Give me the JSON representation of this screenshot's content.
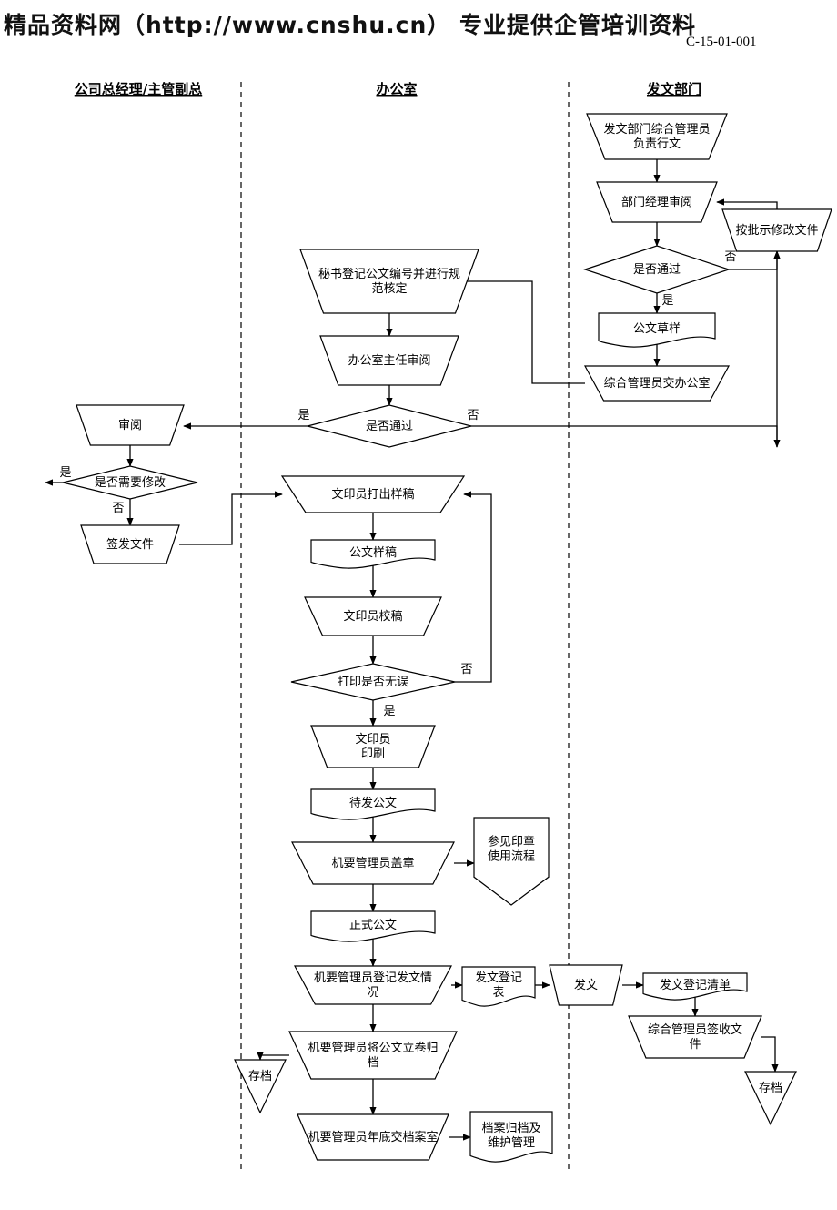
{
  "banner": "精品资料网（http://www.cnshu.cn） 专业提供企管培训资料",
  "doc_no": "C-15-01-001",
  "lanes": [
    "公司总经理/主管副总",
    "办公室",
    "发文部门"
  ],
  "nodes": [
    {
      "id": "n1",
      "shape": "trap-down",
      "lines": [
        "发文部门综合管理员",
        "负责行文"
      ]
    },
    {
      "id": "n2",
      "shape": "trap-down",
      "lines": [
        "部门经理审阅"
      ]
    },
    {
      "id": "n3",
      "shape": "diamond",
      "lines": [
        "是否通过"
      ]
    },
    {
      "id": "n4",
      "shape": "trap-down",
      "lines": [
        "按批示修改文件"
      ]
    },
    {
      "id": "n5",
      "shape": "doc",
      "lines": [
        "公文草样"
      ]
    },
    {
      "id": "n6",
      "shape": "trap-down",
      "lines": [
        "综合管理员交办公室"
      ]
    },
    {
      "id": "n7",
      "shape": "trap-down",
      "lines": [
        "秘书登记公文编号并进行规",
        "范核定"
      ]
    },
    {
      "id": "n8",
      "shape": "trap-down",
      "lines": [
        "办公室主任审阅"
      ]
    },
    {
      "id": "n9",
      "shape": "diamond",
      "lines": [
        "是否通过"
      ]
    },
    {
      "id": "n10",
      "shape": "trap-down",
      "lines": [
        "审阅"
      ]
    },
    {
      "id": "n11",
      "shape": "diamond",
      "lines": [
        "是否需要修改"
      ]
    },
    {
      "id": "n12",
      "shape": "trap-down",
      "lines": [
        "签发文件"
      ]
    },
    {
      "id": "n13",
      "shape": "trap-down",
      "lines": [
        "文印员打出样稿"
      ]
    },
    {
      "id": "n14",
      "shape": "doc",
      "lines": [
        "公文样稿"
      ]
    },
    {
      "id": "n15",
      "shape": "trap-down",
      "lines": [
        "文印员校稿"
      ]
    },
    {
      "id": "n16",
      "shape": "diamond",
      "lines": [
        "打印是否无误"
      ]
    },
    {
      "id": "n17",
      "shape": "trap-down",
      "lines": [
        "文印员",
        "印刷"
      ]
    },
    {
      "id": "n18",
      "shape": "doc",
      "lines": [
        "待发公文"
      ]
    },
    {
      "id": "n19",
      "shape": "trap-down",
      "lines": [
        "机要管理员盖章"
      ]
    },
    {
      "id": "n20",
      "shape": "offpage",
      "lines": [
        "参见印章",
        "使用流程"
      ]
    },
    {
      "id": "n21",
      "shape": "doc",
      "lines": [
        "正式公文"
      ]
    },
    {
      "id": "n22",
      "shape": "trap-down",
      "lines": [
        "机要管理员登记发文情",
        "况"
      ]
    },
    {
      "id": "n23",
      "shape": "doc",
      "lines": [
        "发文登记",
        "表"
      ]
    },
    {
      "id": "n24",
      "shape": "trap-down",
      "lines": [
        "发文"
      ]
    },
    {
      "id": "n25",
      "shape": "doc",
      "lines": [
        "发文登记清单"
      ]
    },
    {
      "id": "n26",
      "shape": "trap-down",
      "lines": [
        "综合管理员签收文",
        "件"
      ]
    },
    {
      "id": "n27",
      "shape": "triangle",
      "lines": [
        "存档"
      ]
    },
    {
      "id": "n28",
      "shape": "trap-down",
      "lines": [
        "机要管理员将公文立卷归",
        "档"
      ]
    },
    {
      "id": "n29",
      "shape": "triangle",
      "lines": [
        "存档"
      ]
    },
    {
      "id": "n30",
      "shape": "trap-down",
      "lines": [
        "机要管理员年底交档案室"
      ]
    },
    {
      "id": "n31",
      "shape": "doc",
      "lines": [
        "档案归档及",
        "维护管理"
      ]
    }
  ],
  "edge_labels": [
    {
      "id": "l1",
      "text": "否"
    },
    {
      "id": "l2",
      "text": "是"
    },
    {
      "id": "l3",
      "text": "是"
    },
    {
      "id": "l4",
      "text": "否"
    },
    {
      "id": "l5",
      "text": "是"
    },
    {
      "id": "l6",
      "text": "否"
    },
    {
      "id": "l7",
      "text": "否"
    },
    {
      "id": "l8",
      "text": "是"
    }
  ]
}
